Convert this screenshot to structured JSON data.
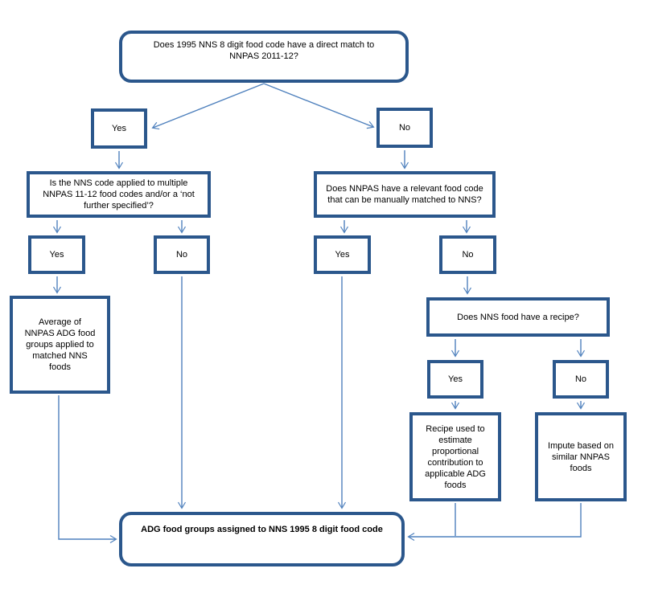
{
  "diagram": {
    "type": "flowchart",
    "nodes": {
      "root_question": {
        "text": "Does 1995 NNS 8 digit food code have a direct match to NNPAS 2011-12?"
      },
      "root_yes": {
        "text": "Yes"
      },
      "root_no": {
        "text": "No"
      },
      "left_question": {
        "text": "Is the NNS code applied to multiple NNPAS 11-12 food codes and/or a ‘not further specified’?"
      },
      "left_yes": {
        "text": "Yes"
      },
      "left_no": {
        "text": "No"
      },
      "average_box": {
        "text": "Average of NNPAS ADG food groups applied to matched NNS foods"
      },
      "right_question": {
        "text": "Does NNPAS have a relevant food code that can be manually matched to NNS?"
      },
      "right_yes": {
        "text": "Yes"
      },
      "right_no": {
        "text": "No"
      },
      "recipe_question": {
        "text": "Does NNS food have a recipe?"
      },
      "recipe_yes": {
        "text": "Yes"
      },
      "recipe_no": {
        "text": "No"
      },
      "recipe_box": {
        "text": "Recipe used to estimate proportional contribution to applicable ADG foods"
      },
      "impute_box": {
        "text": "Impute based on similar NNPAS foods"
      },
      "final_box": {
        "text": "ADG food groups assigned to NNS 1995 8 digit food code"
      }
    },
    "colors": {
      "box_border": "#2b578c",
      "connector": "#4f81bd",
      "text": "#000000",
      "background": "#ffffff"
    }
  }
}
